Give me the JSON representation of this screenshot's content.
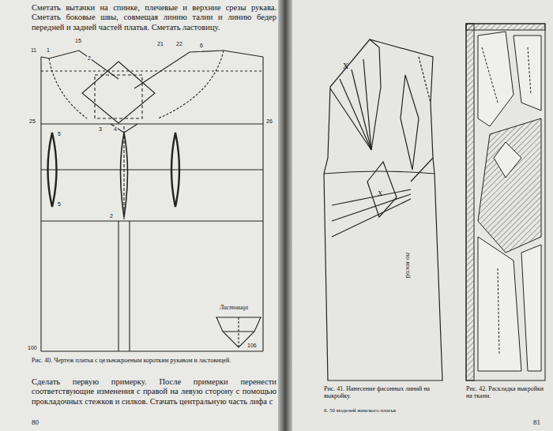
{
  "diagram": {
    "labels": [
      "Сметать вытачки на спинке, плечевые и верхние срезы рукава. Сметать боковые швы, совмещая линию талии и линию бедер передней и задней частей платья. Сметать ластовицу.",
      "Рис. 40. Чертеж платья с цельнокроеным коротким рукавом и ластовицей.",
      "Сделать первую примерку. После примерки перенести соответствующие изменения с правой на левую сторону с помощью прокладочных стежков и силков. Стачать центральную часть лифа с",
      "80",
      "Ластовица",
      "Рис. 41. Нанесение фасонных линий на выкройку.",
      "6. 50 моделей женского платья",
      "Рис. 42. Раскладка выкройки на ткани.",
      "81",
      "по косой",
      "Х",
      "Х",
      "11",
      "1",
      "15",
      "2",
      "21",
      "22",
      "6",
      "25",
      "4",
      "3",
      "26",
      "5",
      "5",
      "2",
      "100",
      "106"
    ]
  }
}
